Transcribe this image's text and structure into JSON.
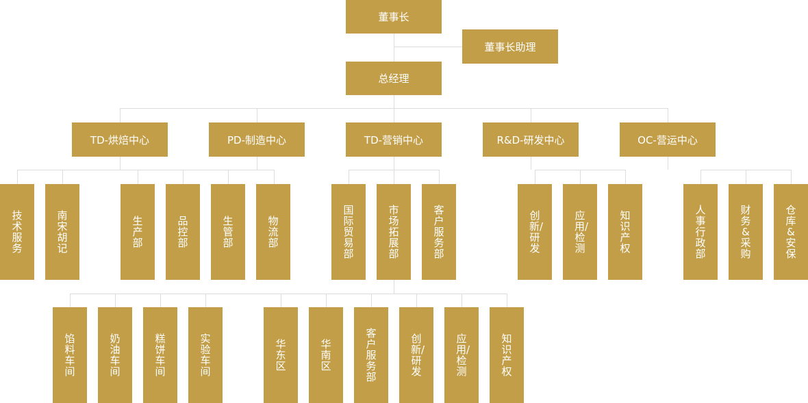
{
  "colors": {
    "box": "#c39e48",
    "text": "#ffffff",
    "connector": "#dcdcdc"
  },
  "chairman": "董事长",
  "assistant": "董事长助理",
  "gm": "总经理",
  "centers": [
    "TD-烘焙中心",
    "PD-制造中心",
    "TD-营销中心",
    "R&D-研发中心",
    "OC-营运中心"
  ],
  "departments": [
    "技术服务",
    "南宋胡记",
    "生产部",
    "品控部",
    "生管部",
    "物流部",
    "国际贸易部",
    "市场拓展部",
    "客户服务部",
    "创新/研发",
    "应用/检测",
    "知识产权",
    "人事行政部",
    "财务&采购",
    "仓库&安保"
  ],
  "units": [
    "馅料车间",
    "奶油车间",
    "糕饼车间",
    "实验车间",
    "华东区",
    "华南区",
    "客户服务部",
    "创新/研发",
    "应用/检测",
    "知识产权"
  ]
}
